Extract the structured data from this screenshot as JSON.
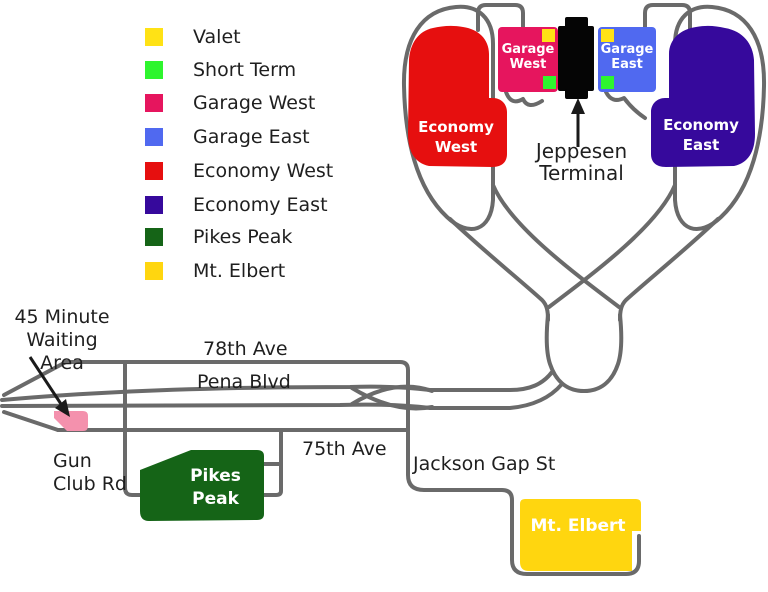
{
  "colors": {
    "road": "#6a6a6a",
    "terminal": "#050505",
    "valet": "#ffe215",
    "short_term": "#2ef52e",
    "garage_west": "#e6155e",
    "garage_east": "#5069f0",
    "economy_west": "#e60f0f",
    "economy_east": "#36099c",
    "pikes_peak": "#156417",
    "mt_elbert": "#ffd60f",
    "waiting_area_pink": "#f491ad",
    "arrow": "#1a1a1a"
  },
  "legend": {
    "items": [
      {
        "label": "Valet",
        "color": "#ffe215"
      },
      {
        "label": "Short Term",
        "color": "#2ef52e"
      },
      {
        "label": "Garage West",
        "color": "#e6155e"
      },
      {
        "label": "Garage East",
        "color": "#5069f0"
      },
      {
        "label": "Economy West",
        "color": "#e60f0f"
      },
      {
        "label": "Economy East",
        "color": "#36099c"
      },
      {
        "label": "Pikes Peak",
        "color": "#156417"
      },
      {
        "label": "Mt. Elbert",
        "color": "#ffd60f"
      }
    ]
  },
  "map": {
    "terminal": {
      "line1": "Jeppesen",
      "line2": "Terminal"
    },
    "areas": {
      "economy_west": {
        "line1": "Economy",
        "line2": "West"
      },
      "economy_east": {
        "line1": "Economy",
        "line2": "East"
      },
      "garage_west": {
        "line1": "Garage",
        "line2": "West"
      },
      "garage_east": {
        "line1": "Garage",
        "line2": "East"
      },
      "pikes_peak": {
        "line1": "Pikes",
        "line2": "Peak"
      },
      "mt_elbert": {
        "label": "Mt. Elbert"
      }
    },
    "roads": {
      "ave78": "78th Ave",
      "pena": "Pena Blvd",
      "ave75": "75th Ave",
      "jackson_gap": "Jackson Gap St",
      "gun_line1": "Gun",
      "gun_line2": "Club Rd"
    },
    "waiting_area": {
      "line1": "45 Minute",
      "line2": "Waiting Area"
    }
  }
}
